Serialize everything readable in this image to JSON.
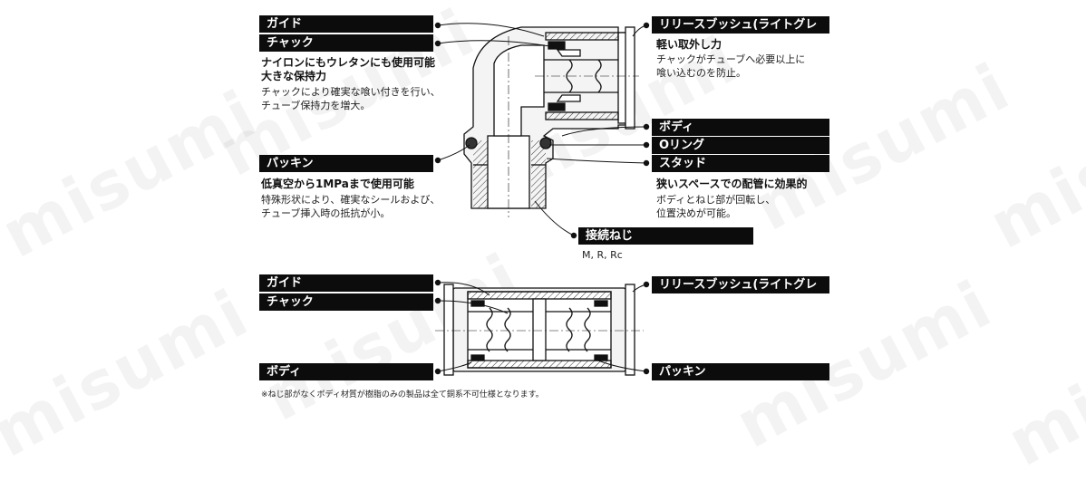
{
  "watermark": "misumi",
  "top": {
    "guide": "ガイド",
    "chuck": "チャック",
    "chuck_head1": "ナイロンにもウレタンにも使用可能",
    "chuck_head2": "大きな保持力",
    "chuck_desc1": "チャックにより確実な喰い付きを行い、",
    "chuck_desc2": "チューブ保持力を増大。",
    "packing": "パッキン",
    "packing_head": "低真空から1MPaまで使用可能",
    "packing_desc1": "特殊形状により、確実なシールおよび、",
    "packing_desc2": "チューブ挿入時の抵抗が小。",
    "release": "リリースブッシュ(ライトグレー)",
    "release_head": "軽い取外し力",
    "release_desc1": "チャックがチューブへ必要以上に",
    "release_desc2": "喰い込むのを防止。",
    "body": "ボディ",
    "oring": "Oリング",
    "stud": "スタッド",
    "stud_head": "狭いスペースでの配管に効果的",
    "stud_desc1": "ボディとねじ部が回転し、",
    "stud_desc2": "位置決めが可能。",
    "thread": "接続ねじ",
    "thread_types": "M, R, Rc"
  },
  "bottom": {
    "guide": "ガイド",
    "chuck": "チャック",
    "body": "ボディ",
    "release": "リリースブッシュ(ライトグレー)",
    "packing": "パッキン",
    "note": "※ねじ部がなくボディ材質が樹脂のみの製品は全て銅系不可仕様となります。"
  }
}
